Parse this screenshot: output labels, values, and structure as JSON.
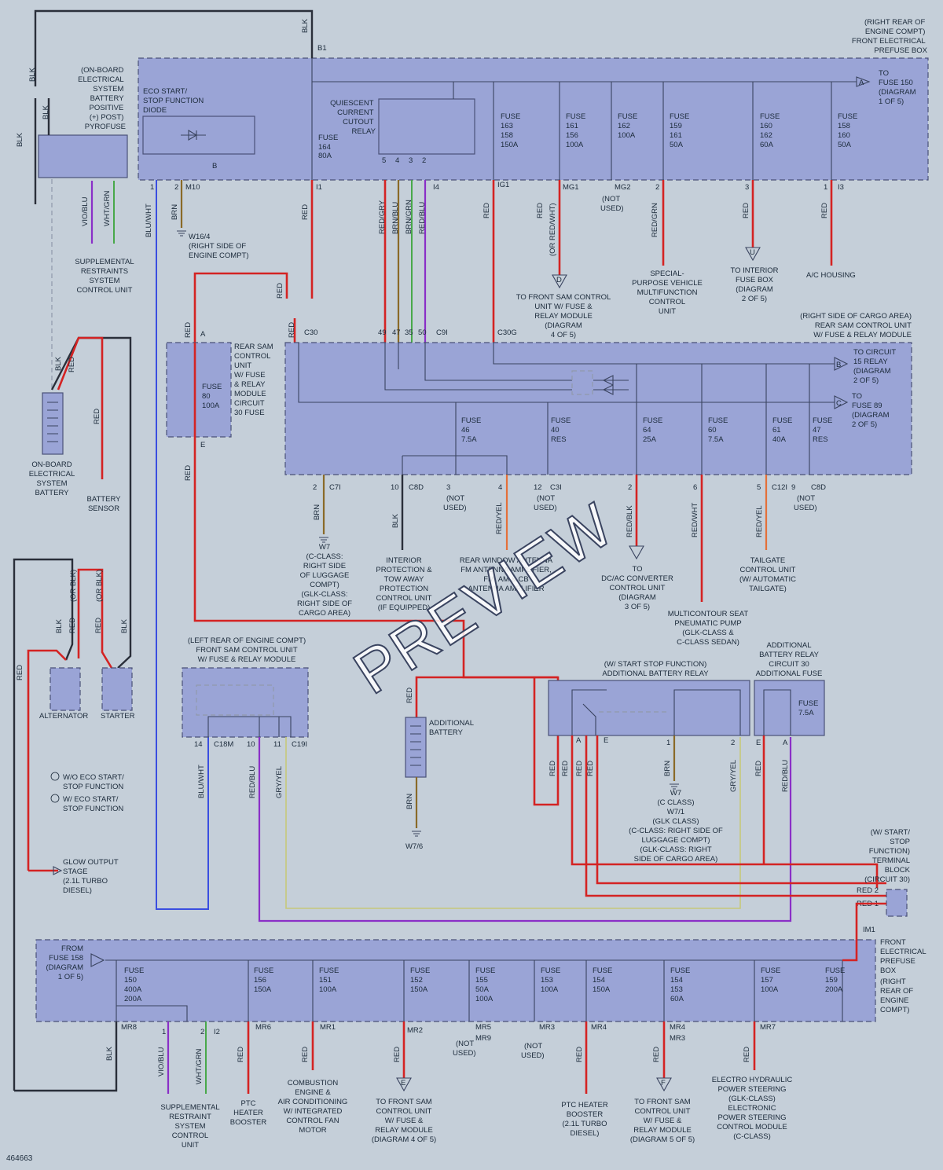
{
  "doc_id": "464663",
  "watermark": "PREVIEW",
  "colors": {
    "background": "#c5cfd9",
    "module_fill": "#9aa4d6",
    "red_wire": "#d42323",
    "black_wire": "#2a2f3a",
    "blue_wire": "#3a4ee0",
    "green_wire": "#48a84a",
    "violet_wire": "#8a2fc7",
    "brown_wire": "#8a6a28"
  },
  "top": {
    "prefuse_title": [
      "(RIGHT REAR OF",
      "ENGINE COMPT)",
      "FRONT ELECTRICAL",
      "PREFUSE BOX"
    ],
    "b1": "B1",
    "blk": "BLK",
    "pyrofuse": [
      "(ON-BOARD",
      "ELECTRICAL",
      "SYSTEM",
      "BATTERY",
      "POSITIVE",
      "(+) POST)",
      "PYROFUSE"
    ],
    "eco_diode": [
      "ECO START/",
      "STOP FUNCTION",
      "DIODE"
    ],
    "quiescent": [
      "QUIESCENT",
      "CURRENT",
      "CUTOUT",
      "RELAY"
    ],
    "to_fuse150": [
      "TO",
      "FUSE 150",
      "(DIAGRAM",
      "1 OF 5)"
    ],
    "fuse164": [
      "FUSE",
      "164",
      "80A"
    ],
    "fuse163": [
      "FUSE",
      "163",
      "158",
      "150A"
    ],
    "fuse161": [
      "FUSE",
      "161",
      "156",
      "100A"
    ],
    "fuse162": [
      "FUSE",
      "162",
      "100A"
    ],
    "fuse159": [
      "FUSE",
      "159",
      "161",
      "50A"
    ],
    "fuse160": [
      "FUSE",
      "160",
      "162",
      "60A"
    ],
    "fuse158": [
      "FUSE",
      "158",
      "160",
      "50A"
    ],
    "pins_diode": [
      "1",
      "2",
      "B"
    ],
    "m10": "M10",
    "i1": "I1",
    "relay_pins": [
      "5",
      "4",
      "3",
      "2"
    ],
    "i4": "I4",
    "ig1": "IG1",
    "mg1": "MG1",
    "mg2": "MG2",
    "mg2_not_used": [
      "(NOT",
      "USED)"
    ],
    "pin2": "2",
    "pin3": "3",
    "pin1": "1",
    "i3": "I3"
  },
  "wires_top": {
    "blu_wht": "BLU/WHT",
    "brn": "BRN",
    "red": "RED",
    "red_gry": "RED/GRY",
    "brn_blu": "BRN/BLU",
    "brn_grn": "BRN/GRN",
    "red_blu": "RED/BLU",
    "red_or": "(OR RED/WHT)",
    "red_grn": "RED/GRN",
    "vio_blu": "VIO/BLU",
    "wht_grn": "WHT/GRN"
  },
  "top_dest": {
    "w16": [
      "W16/4",
      "(RIGHT SIDE OF",
      "ENGINE COMPT)"
    ],
    "srs": [
      "SUPPLEMENTAL",
      "RESTRAINTS",
      "SYSTEM",
      "CONTROL UNIT"
    ],
    "front_sam": [
      "TO FRONT SAM CONTROL",
      "UNIT W/ FUSE &",
      "RELAY MODULE",
      "(DIAGRAM",
      "4 OF 5)"
    ],
    "special": [
      "SPECIAL-",
      "PURPOSE VEHICLE",
      "MULTIFUNCTION",
      "CONTROL",
      "UNIT"
    ],
    "interior": [
      "TO INTERIOR",
      "FUSE BOX",
      "(DIAGRAM",
      "2 OF 5)"
    ],
    "ac": "A/C HOUSING",
    "conn_d": "D",
    "conn_u": "U"
  },
  "rear_sam": {
    "title": [
      "(RIGHT SIDE OF CARGO AREA)",
      "REAR SAM CONTROL UNIT",
      "W/ FUSE & RELAY MODULE"
    ],
    "small_module": [
      "REAR SAM",
      "CONTROL",
      "UNIT",
      "W/ FUSE",
      "& RELAY",
      "MODULE",
      "CIRCUIT",
      "30 FUSE"
    ],
    "fuse80": [
      "FUSE",
      "80",
      "100A"
    ],
    "pin_a": "A",
    "pin_e": "E",
    "c30": "C30",
    "c30g": "C30G",
    "c9i": "C9I",
    "pins_in": [
      "49",
      "47",
      "35",
      "50"
    ],
    "to_circuit15": [
      "TO CIRCUIT",
      "15 RELAY",
      "(DIAGRAM",
      "2 OF 5)"
    ],
    "to_fuse89": [
      "TO",
      "FUSE 89",
      "(DIAGRAM",
      "2 OF 5)"
    ],
    "fuse46": [
      "FUSE",
      "46",
      "7.5A"
    ],
    "fuse40": [
      "FUSE",
      "40",
      "RES"
    ],
    "fuse64": [
      "FUSE",
      "64",
      "25A"
    ],
    "fuse60": [
      "FUSE",
      "60",
      "7.5A"
    ],
    "fuse61": [
      "FUSE",
      "61",
      "40A"
    ],
    "fuse47": [
      "FUSE",
      "47",
      "RES"
    ],
    "conn_b": "B",
    "conn_c": "C",
    "out_pins": [
      "2",
      "10",
      "3",
      "4",
      "12",
      "2",
      "6",
      "5",
      "9"
    ],
    "c7i": "C7I",
    "c8d": "C8D",
    "c3i": "C3I",
    "c12i": "C12I",
    "c8d2": "C8D",
    "not_used": [
      "(NOT",
      "USED)"
    ]
  },
  "rear_dest": {
    "w7": [
      "W7",
      "(C-CLASS:",
      "RIGHT SIDE",
      "OF LUGGAGE",
      "COMPT)",
      "(GLK-CLASS:",
      "RIGHT SIDE OF",
      "CARGO AREA)"
    ],
    "interior_prot": [
      "INTERIOR",
      "PROTECTION &",
      "TOW AWAY",
      "PROTECTION",
      "CONTROL UNIT",
      "(IF EQUIPPED)"
    ],
    "rear_window": [
      "REAR WINDOW ANTENNA",
      "FM ANTENNA AMPLIFIER,",
      "FM, AM & CB",
      "ANTENNA AMPLIFIER"
    ],
    "dcac": [
      "TO",
      "DC/AC CONVERTER",
      "CONTROL UNIT",
      "(DIAGRAM",
      "3 OF 5)"
    ],
    "seat": [
      "MULTICONTOUR SEAT",
      "PNEUMATIC PUMP",
      "(GLK-CLASS &",
      "C-CLASS SEDAN)"
    ],
    "tailgate": [
      "TAILGATE",
      "CONTROL UNIT",
      "(W/ AUTOMATIC",
      "TAILGATE)"
    ],
    "red_blk": "RED/BLK",
    "red_wht": "RED/WHT",
    "red_yel": "RED/YEL",
    "brn": "BRN",
    "blk": "BLK",
    "red_yel2": "RED/YEL"
  },
  "left": {
    "battery": [
      "ON-BOARD",
      "ELECTRICAL",
      "SYSTEM",
      "BATTERY"
    ],
    "battery_sensor": [
      "BATTERY",
      "SENSOR"
    ],
    "alternator": "ALTERNATOR",
    "starter": "STARTER",
    "or_blk": "(OR BLK)",
    "legend1": [
      "W/O ECO START/",
      "STOP FUNCTION"
    ],
    "legend2": [
      "W/ ECO START/",
      "STOP FUNCTION"
    ],
    "glow": [
      "GLOW OUTPUT",
      "STAGE",
      "(2.1L TURBO",
      "DIESEL)"
    ],
    "blk": "BLK",
    "red": "RED"
  },
  "front_sam": {
    "title": [
      "(LEFT REAR OF ENGINE COMPT)",
      "FRONT SAM CONTROL UNIT",
      "W/ FUSE & RELAY MODULE"
    ],
    "pins": [
      "14",
      "10",
      "11"
    ],
    "c18m": "C18M",
    "c19i": "C19I",
    "wires": [
      "BLU/WHT",
      "RED/BLU",
      "GRY/YEL"
    ]
  },
  "add_batt": {
    "label": [
      "ADDITIONAL",
      "BATTERY"
    ],
    "w76": "W7/6",
    "relay_title": [
      "(W/ START STOP FUNCTION)",
      "ADDITIONAL BATTERY RELAY"
    ],
    "fuse_title": [
      "ADDITIONAL",
      "BATTERY RELAY",
      "CIRCUIT 30",
      "ADDITIONAL FUSE"
    ],
    "fuse_val": [
      "FUSE",
      "7.5A"
    ],
    "relay_pins": [
      "A",
      "E",
      "1",
      "2"
    ],
    "fuse_pins": [
      "E",
      "A"
    ],
    "w7": [
      "W7",
      "(C CLASS)",
      "W7/1",
      "(GLK CLASS)",
      "(C-CLASS: RIGHT SIDE OF",
      "LUGGAGE COMPT)",
      "(GLK-CLASS: RIGHT",
      "SIDE OF CARGO AREA)"
    ],
    "terminal": [
      "(W/ START/",
      "STOP",
      "FUNCTION)",
      "TERMINAL",
      "BLOCK",
      "(CIRCUIT 30)"
    ],
    "red2": "RED 2",
    "red1": "RED 1",
    "im1": "IM1",
    "wire_labels": [
      "RED",
      "RED",
      "RED",
      "RED",
      "BRN",
      "GRY/YEL",
      "RED",
      "RED/BLU"
    ]
  },
  "bottom": {
    "from_fuse158": [
      "FROM",
      "FUSE 158",
      "(DIAGRAM",
      "1 OF 5)"
    ],
    "prefuse_label": [
      "FRONT",
      "ELECTRICAL",
      "PREFUSE",
      "BOX",
      "(RIGHT",
      "REAR OF",
      "ENGINE",
      "COMPT)"
    ],
    "fuses": [
      [
        "FUSE",
        "150",
        "400A",
        "200A"
      ],
      [
        "FUSE",
        "156",
        "150A"
      ],
      [
        "FUSE",
        "151",
        "100A"
      ],
      [
        "FUSE",
        "152",
        "150A"
      ],
      [
        "FUSE",
        "155",
        "50A",
        "100A"
      ],
      [
        "FUSE",
        "153",
        "100A"
      ],
      [
        "FUSE",
        "154",
        "150A"
      ],
      [
        "FUSE",
        "154",
        "153",
        "60A"
      ],
      [
        "FUSE",
        "157",
        "100A"
      ],
      [
        "FUSE",
        "159",
        "200A"
      ]
    ],
    "connectors": [
      "MR8",
      "MR6",
      "MR1",
      "MR2",
      "MR5",
      "MR9",
      "MR3",
      "MR4",
      "MR4",
      "MR3",
      "MR7",
      "I2"
    ],
    "pins": [
      "1",
      "2"
    ],
    "not_used": [
      "(NOT",
      "USED)"
    ],
    "wire_labels": [
      "BLK",
      "VIO/BLU",
      "WHT/GRN",
      "RED",
      "RED",
      "RED",
      "RED",
      "RED",
      "RED"
    ],
    "srs": [
      "SUPPLEMENTAL",
      "RESTRAINT",
      "SYSTEM",
      "CONTROL",
      "UNIT"
    ],
    "ptc": [
      "PTC",
      "HEATER",
      "BOOSTER"
    ],
    "combustion": [
      "COMBUSTION",
      "ENGINE &",
      "AIR CONDITIONING",
      "W/ INTEGRATED",
      "CONTROL FAN",
      "MOTOR"
    ],
    "front_sam4": [
      "TO FRONT SAM",
      "CONTROL UNIT",
      "W/ FUSE &",
      "RELAY MODULE",
      "(DIAGRAM 4 OF 5)"
    ],
    "ptc_diesel": [
      "PTC HEATER",
      "BOOSTER",
      "(2.1L TURBO",
      "DIESEL)"
    ],
    "front_sam5": [
      "TO FRONT SAM",
      "CONTROL UNIT",
      "W/ FUSE &",
      "RELAY MODULE",
      "(DIAGRAM 5 OF 5)"
    ],
    "steering": [
      "ELECTRO HYDRAULIC",
      "POWER STEERING",
      "(GLK-CLASS)",
      "ELECTRONIC",
      "POWER STEERING",
      "CONTROL MODULE",
      "(C-CLASS)"
    ],
    "conn_e": "E",
    "conn_f": "F"
  }
}
